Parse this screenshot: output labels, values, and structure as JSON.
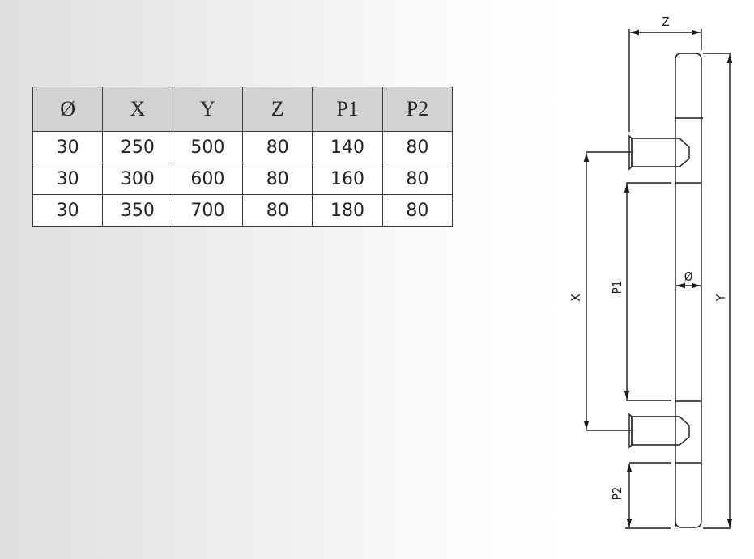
{
  "table": {
    "headers": [
      "Ø",
      "X",
      "Y",
      "Z",
      "P1",
      "P2"
    ],
    "rows": [
      [
        "30",
        "250",
        "500",
        "80",
        "140",
        "80"
      ],
      [
        "30",
        "300",
        "600",
        "80",
        "160",
        "80"
      ],
      [
        "30",
        "350",
        "700",
        "80",
        "180",
        "80"
      ]
    ]
  },
  "drawing": {
    "labels": {
      "z": "Z",
      "y": "Y",
      "x": "X",
      "p1": "P1",
      "p2": "P2",
      "diameter": "Ø"
    }
  }
}
